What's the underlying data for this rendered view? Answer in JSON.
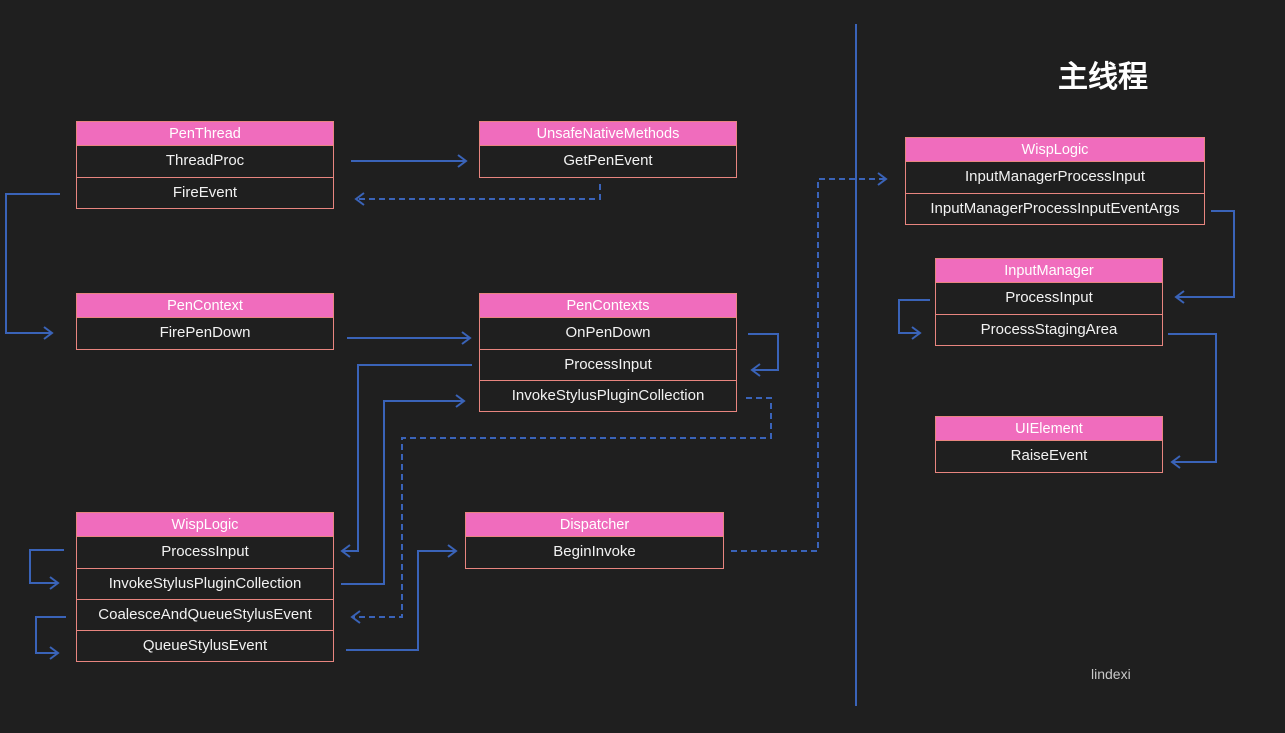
{
  "title": "主线程",
  "signature": "lindexi",
  "colors": {
    "background": "#1f1f1f",
    "header": "#f06cbd",
    "border": "#e8857f",
    "arrow": "#3a63b8"
  },
  "boxes": {
    "pen_thread": {
      "header": "PenThread",
      "rows": [
        "ThreadProc",
        "FireEvent"
      ]
    },
    "unsafe_native": {
      "header": "UnsafeNativeMethods",
      "rows": [
        "GetPenEvent"
      ]
    },
    "pen_context": {
      "header": "PenContext",
      "rows": [
        "FirePenDown"
      ]
    },
    "pen_contexts": {
      "header": "PenContexts",
      "rows": [
        "OnPenDown",
        "ProcessInput",
        "InvokeStylusPluginCollection"
      ]
    },
    "wisp_logic_left": {
      "header": "WispLogic",
      "rows": [
        "ProcessInput",
        "InvokeStylusPluginCollection",
        "CoalesceAndQueueStylusEvent",
        "QueueStylusEvent"
      ]
    },
    "dispatcher": {
      "header": "Dispatcher",
      "rows": [
        "BeginInvoke"
      ]
    },
    "wisp_logic_right": {
      "header": "WispLogic",
      "rows": [
        "InputManagerProcessInput",
        "InputManagerProcessInputEventArgs"
      ]
    },
    "input_manager": {
      "header": "InputManager",
      "rows": [
        "ProcessInput",
        "ProcessStagingArea"
      ]
    },
    "ui_element": {
      "header": "UIElement",
      "rows": [
        "RaiseEvent"
      ]
    }
  }
}
